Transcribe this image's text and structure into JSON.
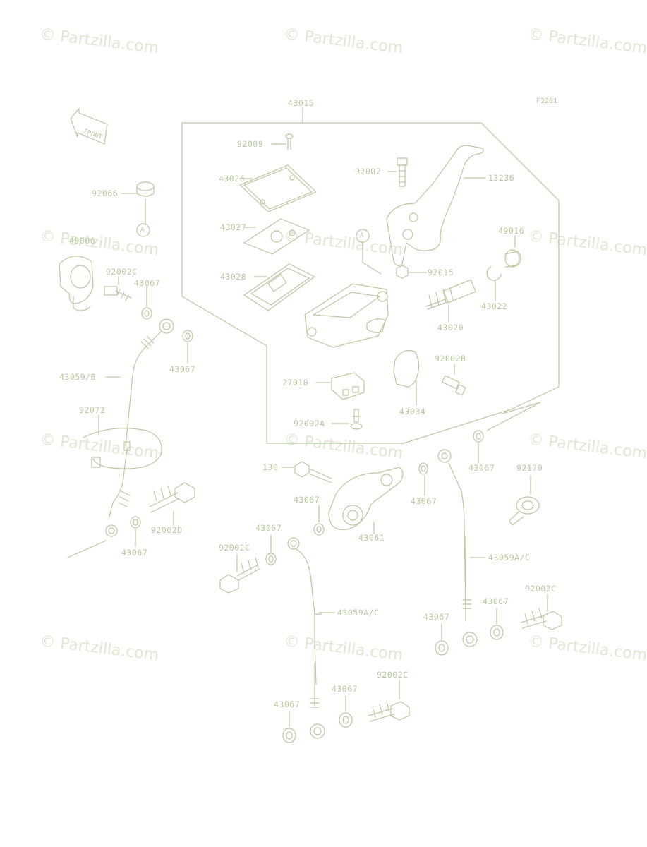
{
  "figure_code": "F2291",
  "watermark": "© Partzilla.com",
  "front_label": "FRONT",
  "callout_letter": "A",
  "parts": {
    "p43015": "43015",
    "p92009": "92009",
    "p92002": "92002",
    "p13236": "13236",
    "p43026": "43026",
    "p92066": "92066",
    "p43027": "43027",
    "p49016": "49016",
    "p49006": "49006",
    "p92015": "92015",
    "p43028": "43028",
    "p92002C_a": "92002C",
    "p43067_a": "43067",
    "p43022": "43022",
    "p43020": "43020",
    "p43067_b": "43067",
    "p92002B": "92002B",
    "p43059B": "43059/B",
    "p27010": "27010",
    "p43034": "43034",
    "p92072": "92072",
    "p92002A": "92002A",
    "p130": "130",
    "p43067_c": "43067",
    "p92170": "92170",
    "p43067_d": "43067",
    "p43067_e": "43067",
    "p92002D": "92002D",
    "p43061": "43061",
    "p43067_f": "43067",
    "p43067_g": "43067",
    "p92002C_b": "92002C",
    "p43059AC_a": "43059A/C",
    "p92002C_c": "92002C",
    "p43067_h": "43067",
    "p43067_i": "43067",
    "p43059AC_b": "43059A/C",
    "p92002C_d": "92002C",
    "p43067_j": "43067",
    "p43067_k": "43067"
  }
}
